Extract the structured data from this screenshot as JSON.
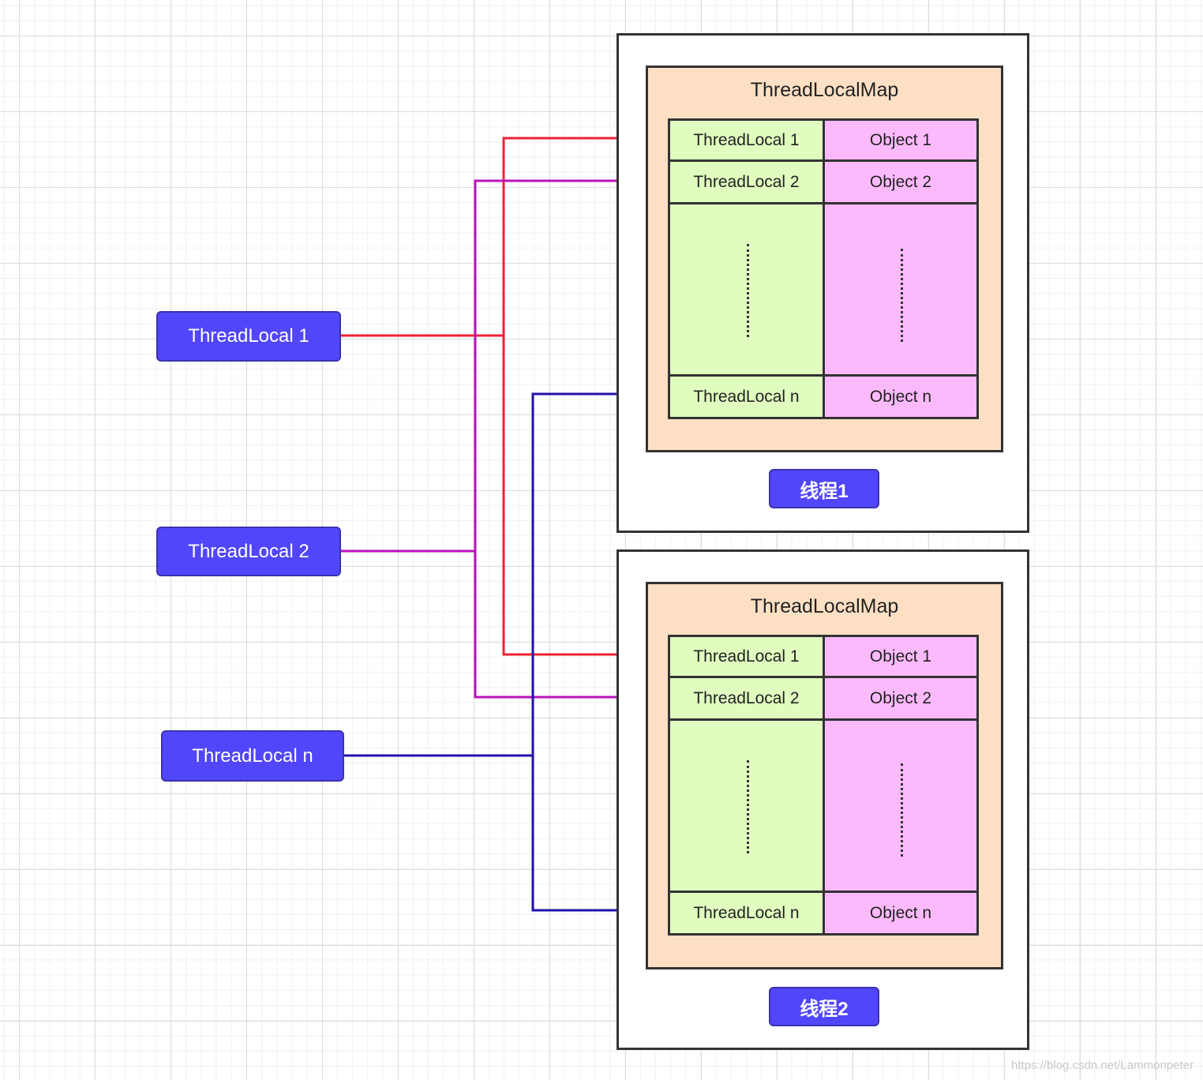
{
  "thread_locals": [
    {
      "label": "ThreadLocal 1",
      "color": "#ee2233"
    },
    {
      "label": "ThreadLocal 2",
      "color": "#bb11bb"
    },
    {
      "label": "ThreadLocal n",
      "color": "#2211aa"
    }
  ],
  "threads": [
    {
      "label": "线程1",
      "map_title": "ThreadLocalMap",
      "entries": [
        {
          "key": "ThreadLocal 1",
          "value": "Object 1"
        },
        {
          "key": "ThreadLocal 2",
          "value": "Object 2"
        },
        {
          "key": "ThreadLocal n",
          "value": "Object n"
        }
      ]
    },
    {
      "label": "线程2",
      "map_title": "ThreadLocalMap",
      "entries": [
        {
          "key": "ThreadLocal 1",
          "value": "Object 1"
        },
        {
          "key": "ThreadLocal 2",
          "value": "Object 2"
        },
        {
          "key": "ThreadLocal n",
          "value": "Object n"
        }
      ]
    }
  ],
  "colors": {
    "key_cell": "#e0fcbf",
    "value_cell": "#fcbafc",
    "map_bg": "#fde0c4",
    "chip_bg": "#5146fa"
  },
  "watermark": "https://blog.csdn.net/Lammonpeter"
}
